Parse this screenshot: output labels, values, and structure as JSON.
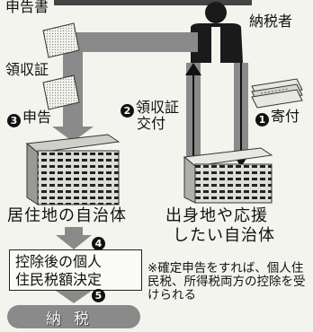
{
  "labels": {
    "title_partial": "ふるさと納税の仕組み",
    "declaration_doc": "申告書",
    "receipt_doc": "領収証",
    "taxpayer": "納税者",
    "step1_num": "1",
    "step1_text": "寄付",
    "step2_num": "2",
    "step2_text": "領収証交付",
    "step2_line1": "領収証",
    "step2_line2": "交付",
    "step3_num": "3",
    "step3_text": "申告",
    "step4_num": "4",
    "step5_num": "5",
    "home_municipality": "居住地の自治体",
    "origin_municipality_line1": "出身地や応援",
    "origin_municipality_line2": "したい自治体",
    "deduction_box_line1": "控除後の個人",
    "deduction_box_line2": "住民税額決定",
    "payment": "納税",
    "note": "※確定申告をすれば、個人住民税、所得税両方の控除を受けられる"
  },
  "colors": {
    "arrow": "#8a8a8a",
    "ink": "#111111",
    "person": "#1a1a1a"
  },
  "icons": {
    "taxpayer": "person-icon",
    "money": "banknote-stack-icon",
    "document": "paper-document-icon",
    "building": "office-building-icon"
  }
}
